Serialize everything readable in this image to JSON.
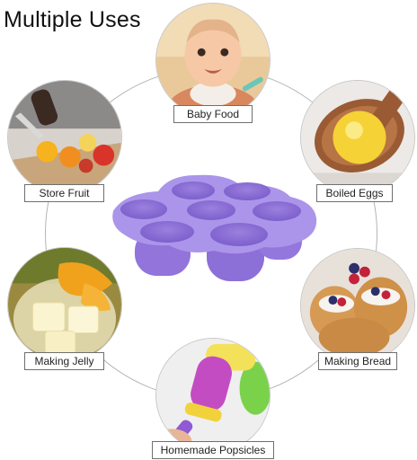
{
  "title": "Multiple Uses",
  "product": {
    "name_icon": "silicone-egg-bites-mold-icon",
    "color": "#a88ee6"
  },
  "uses": [
    {
      "label": "Baby Food",
      "icon": "baby-icon"
    },
    {
      "label": "Boiled Eggs",
      "icon": "egg-yolk-spoon-icon"
    },
    {
      "label": "Making Bread",
      "icon": "bread-rolls-icon"
    },
    {
      "label": "Homemade Popsicles",
      "icon": "popsicle-icon"
    },
    {
      "label": "Making Jelly",
      "icon": "jelly-cubes-icon"
    },
    {
      "label": "Store Fruit",
      "icon": "sliced-fruit-icon"
    }
  ]
}
